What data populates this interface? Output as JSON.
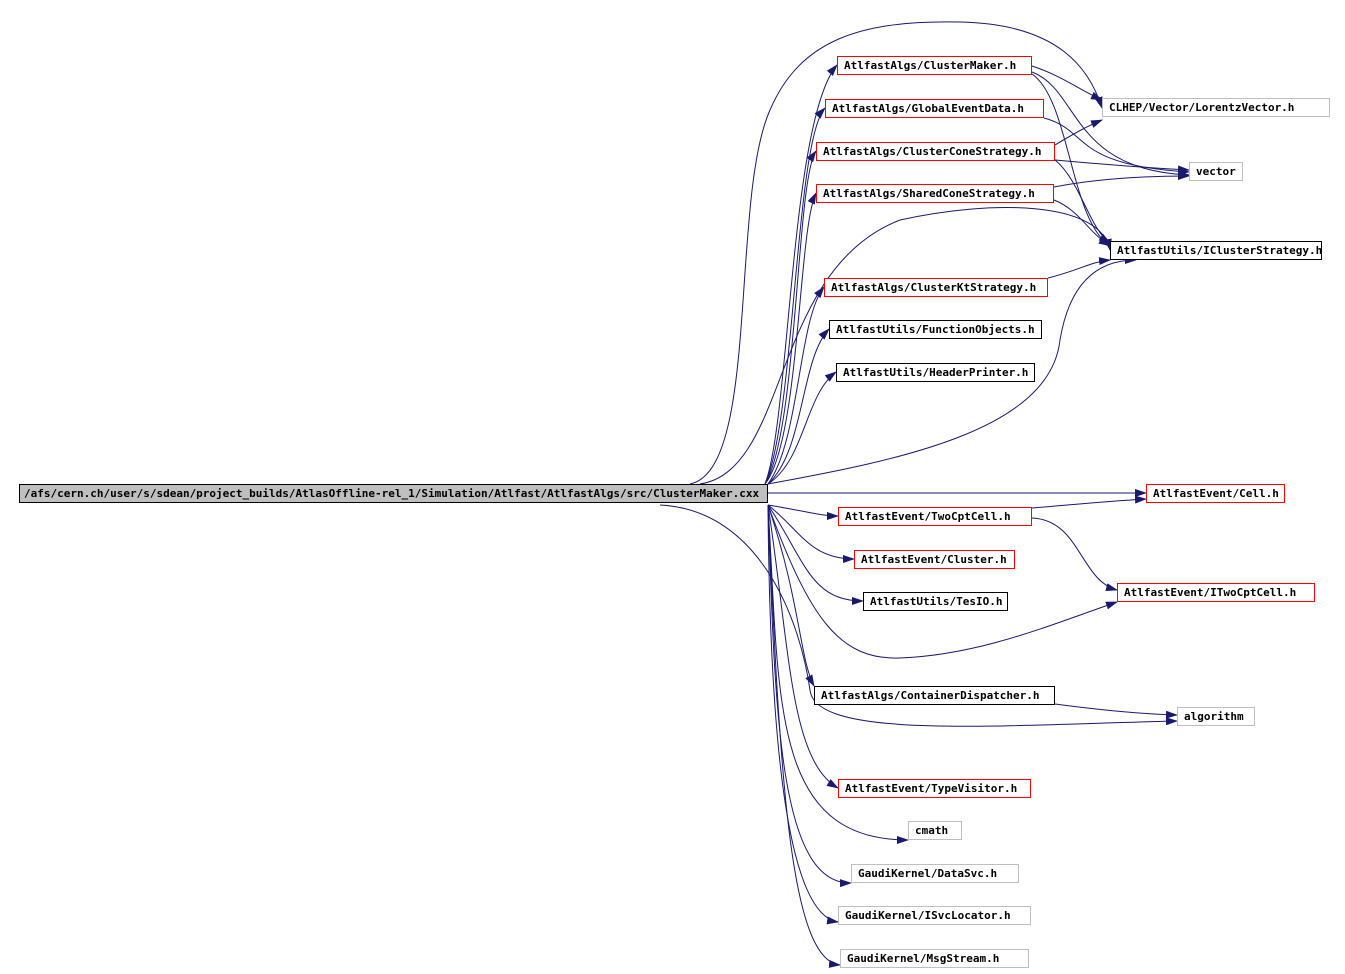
{
  "diagram": {
    "edge_color": "#191970",
    "root": {
      "id": "root",
      "label": "/afs/cern.ch/user/s/sdean/project_builds/AtlasOffline-rel_1/Simulation/Atlfast/AtlfastAlgs/src/ClusterMaker.cxx"
    },
    "nodes": [
      {
        "id": "cm",
        "label": "AtlfastAlgs/ClusterMaker.h",
        "style": "red"
      },
      {
        "id": "ged",
        "label": "AtlfastAlgs/GlobalEventData.h",
        "style": "red"
      },
      {
        "id": "ccs",
        "label": "AtlfastAlgs/ClusterConeStrategy.h",
        "style": "red"
      },
      {
        "id": "scs",
        "label": "AtlfastAlgs/SharedConeStrategy.h",
        "style": "red"
      },
      {
        "id": "ckt",
        "label": "AtlfastAlgs/ClusterKtStrategy.h",
        "style": "red"
      },
      {
        "id": "fo",
        "label": "AtlfastUtils/FunctionObjects.h",
        "style": "black"
      },
      {
        "id": "hp",
        "label": "AtlfastUtils/HeaderPrinter.h",
        "style": "black"
      },
      {
        "id": "lv",
        "label": "CLHEP/Vector/LorentzVector.h",
        "style": "grey"
      },
      {
        "id": "vec",
        "label": "vector",
        "style": "grey"
      },
      {
        "id": "ics",
        "label": "AtlfastUtils/IClusterStrategy.h",
        "style": "black"
      },
      {
        "id": "cell",
        "label": "AtlfastEvent/Cell.h",
        "style": "red"
      },
      {
        "id": "tcc",
        "label": "AtlfastEvent/TwoCptCell.h",
        "style": "red"
      },
      {
        "id": "clu",
        "label": "AtlfastEvent/Cluster.h",
        "style": "red"
      },
      {
        "id": "tes",
        "label": "AtlfastUtils/TesIO.h",
        "style": "black"
      },
      {
        "id": "itcc",
        "label": "AtlfastEvent/ITwoCptCell.h",
        "style": "red"
      },
      {
        "id": "cd",
        "label": "AtlfastAlgs/ContainerDispatcher.h",
        "style": "black"
      },
      {
        "id": "alg",
        "label": "algorithm",
        "style": "grey"
      },
      {
        "id": "tv",
        "label": "AtlfastEvent/TypeVisitor.h",
        "style": "red"
      },
      {
        "id": "cmath",
        "label": "cmath",
        "style": "grey"
      },
      {
        "id": "ds",
        "label": "GaudiKernel/DataSvc.h",
        "style": "grey"
      },
      {
        "id": "isl",
        "label": "GaudiKernel/ISvcLocator.h",
        "style": "grey"
      },
      {
        "id": "ms",
        "label": "GaudiKernel/MsgStream.h",
        "style": "grey"
      }
    ]
  }
}
